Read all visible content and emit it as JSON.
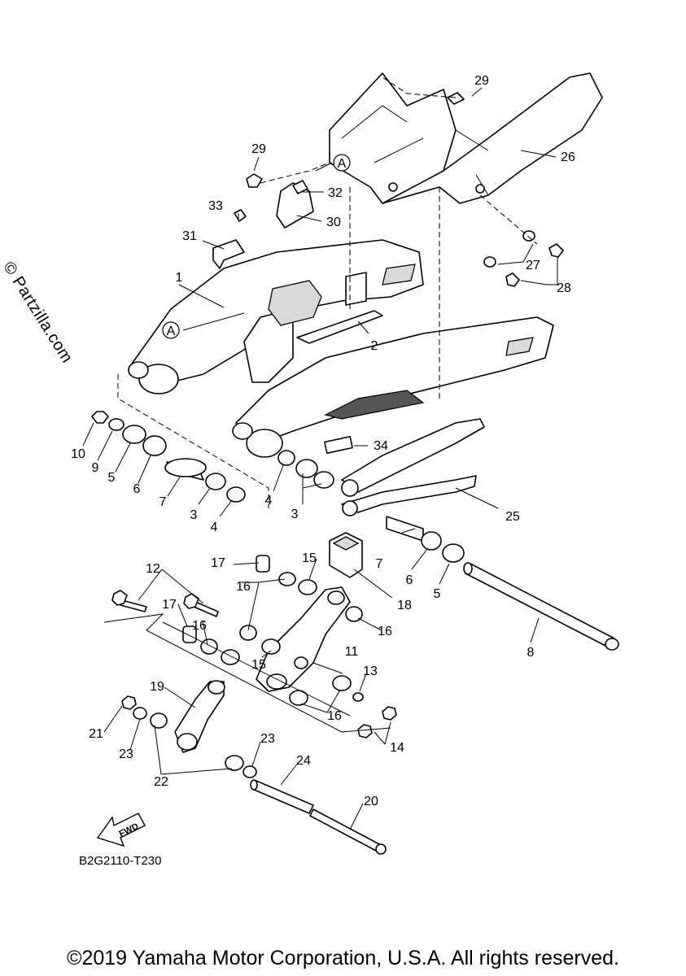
{
  "watermark": "© Partzilla.com",
  "drawing_code": "B2G2110-T230",
  "copyright": "©2019 Yamaha Motor Corporation, U.S.A. All rights reserved.",
  "fwd_label": "FWD",
  "ref_marker": "A",
  "callouts": [
    "1",
    "2",
    "3",
    "3",
    "4",
    "4",
    "5",
    "5",
    "6",
    "6",
    "7",
    "7",
    "8",
    "9",
    "10",
    "11",
    "12",
    "13",
    "14",
    "15",
    "15",
    "16",
    "16",
    "16",
    "16",
    "17",
    "17",
    "18",
    "19",
    "20",
    "21",
    "22",
    "23",
    "23",
    "24",
    "25",
    "26",
    "27",
    "28",
    "29",
    "29",
    "30",
    "31",
    "32",
    "33",
    "34"
  ]
}
